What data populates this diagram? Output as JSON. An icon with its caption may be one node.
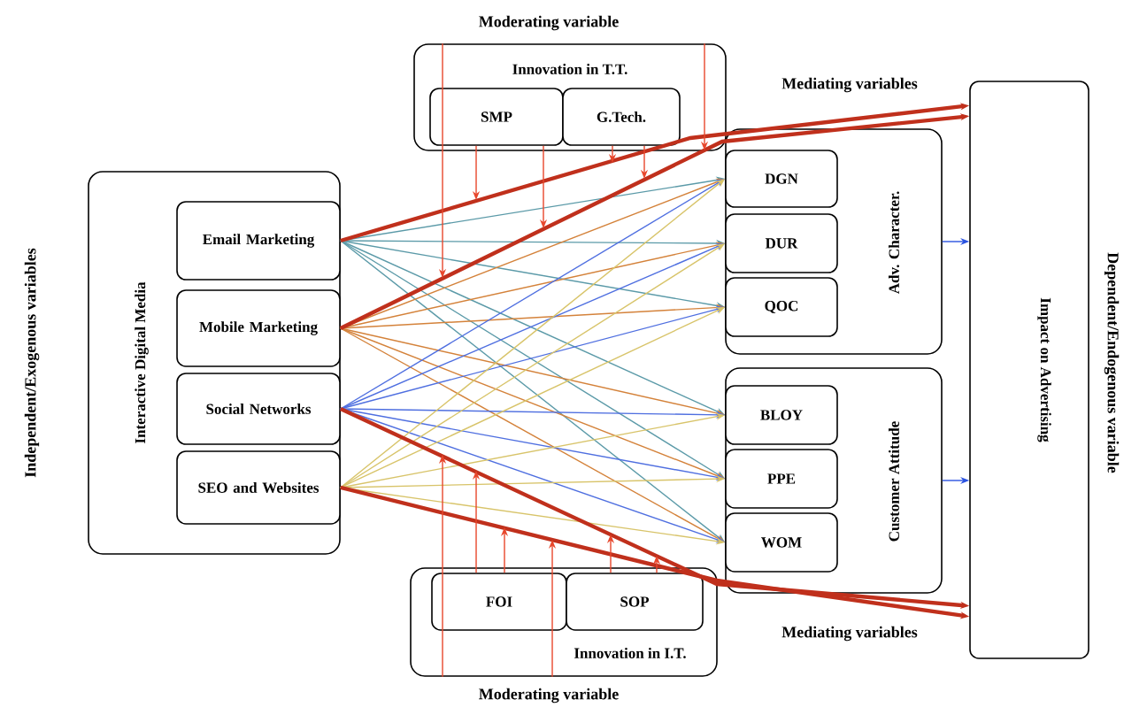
{
  "diagram": {
    "nodes": [
      {
        "text": [
          "Interactive Digital Media"
        ]
      },
      {
        "text": [
          "Email Marketing"
        ],
        "in": 0
      },
      {
        "text": [
          "Mobile Marketing"
        ],
        "in": 0
      },
      {
        "text": [
          "Social Networks"
        ],
        "in": 0
      },
      {
        "text": [
          "SEO and Websites"
        ],
        "in": 0
      },
      {
        "text": [
          "Innovation in T.T."
        ]
      },
      {
        "text": [
          "SMP"
        ],
        "in": 5
      },
      {
        "text": [
          "G.Tech."
        ],
        "in": 5
      },
      {
        "text": [
          "Adv. Character."
        ]
      },
      {
        "text": [
          "DGN"
        ],
        "in": 8
      },
      {
        "text": [
          "DUR"
        ],
        "in": 8
      },
      {
        "text": [
          "QOC"
        ],
        "in": 8
      },
      {
        "text": [
          "Customer Attitude"
        ]
      },
      {
        "text": [
          "BLOY"
        ],
        "in": 12
      },
      {
        "text": [
          "PPE"
        ],
        "in": 12
      },
      {
        "text": [
          "WOM"
        ],
        "in": 12
      },
      {
        "text": [
          "Innovation in I.T."
        ]
      },
      {
        "text": [
          "FOI"
        ],
        "in": 16
      },
      {
        "text": [
          "SOP"
        ],
        "in": 16
      },
      {
        "text": [
          "Impact on Advertising"
        ]
      }
    ],
    "edges": [
      {
        "from": 1,
        "to": 9,
        "arrow": "to",
        "color": "#5b9aa8"
      },
      {
        "from": 1,
        "to": 10,
        "arrow": "to",
        "color": "#5b9aa8"
      },
      {
        "from": 1,
        "to": 11,
        "arrow": "to",
        "color": "#5b9aa8"
      },
      {
        "from": 1,
        "to": 13,
        "arrow": "to",
        "color": "#5b9aa8"
      },
      {
        "from": 1,
        "to": 14,
        "arrow": "to",
        "color": "#5b9aa8"
      },
      {
        "from": 1,
        "to": 15,
        "arrow": "to",
        "color": "#5b9aa8"
      },
      {
        "from": 2,
        "to": 9,
        "arrow": "to",
        "color": "#d4823a"
      },
      {
        "from": 2,
        "to": 10,
        "arrow": "to",
        "color": "#d4823a"
      },
      {
        "from": 2,
        "to": 11,
        "arrow": "to",
        "color": "#d4823a"
      },
      {
        "from": 2,
        "to": 13,
        "arrow": "to",
        "color": "#d4823a"
      },
      {
        "from": 2,
        "to": 14,
        "arrow": "to",
        "color": "#d4823a"
      },
      {
        "from": 2,
        "to": 15,
        "arrow": "to",
        "color": "#d4823a"
      },
      {
        "from": 3,
        "to": 9,
        "arrow": "to",
        "color": "#4f6fe0"
      },
      {
        "from": 3,
        "to": 10,
        "arrow": "to",
        "color": "#4f6fe0"
      },
      {
        "from": 3,
        "to": 11,
        "arrow": "to",
        "color": "#4f6fe0"
      },
      {
        "from": 3,
        "to": 13,
        "arrow": "to",
        "color": "#4f6fe0"
      },
      {
        "from": 3,
        "to": 14,
        "arrow": "to",
        "color": "#4f6fe0"
      },
      {
        "from": 3,
        "to": 15,
        "arrow": "to",
        "color": "#4f6fe0"
      },
      {
        "from": 4,
        "to": 9,
        "arrow": "to",
        "color": "#d8c46a"
      },
      {
        "from": 4,
        "to": 10,
        "arrow": "to",
        "color": "#d8c46a"
      },
      {
        "from": 4,
        "to": 11,
        "arrow": "to",
        "color": "#d8c46a"
      },
      {
        "from": 4,
        "to": 13,
        "arrow": "to",
        "color": "#d8c46a"
      },
      {
        "from": 4,
        "to": 14,
        "arrow": "to",
        "color": "#d8c46a"
      },
      {
        "from": 4,
        "to": 15,
        "arrow": "to",
        "color": "#d8c46a"
      },
      {
        "from": 1,
        "to": 19,
        "arrow": "to",
        "style": "thick",
        "color": "#c0301c"
      },
      {
        "from": 2,
        "to": 19,
        "arrow": "to",
        "style": "thick",
        "color": "#c0301c"
      },
      {
        "from": 3,
        "to": 19,
        "arrow": "to",
        "style": "thick",
        "color": "#c0301c"
      },
      {
        "from": 4,
        "to": 19,
        "arrow": "to",
        "style": "thick",
        "color": "#c0301c"
      },
      {
        "from": 8,
        "to": 19,
        "arrow": "to",
        "color": "#2a52e0"
      },
      {
        "from": 12,
        "to": 19,
        "arrow": "to",
        "color": "#2a52e0"
      },
      {
        "from": 5,
        "to": null,
        "arrow": "to",
        "color": "#e8472c"
      },
      {
        "from": 6,
        "to": null,
        "arrow": "to",
        "color": "#e8472c"
      },
      {
        "from": 6,
        "to": null,
        "arrow": "to",
        "color": "#e8472c"
      },
      {
        "from": 7,
        "to": null,
        "arrow": "to",
        "color": "#e8472c"
      },
      {
        "from": 7,
        "to": null,
        "arrow": "to",
        "color": "#e8472c"
      },
      {
        "from": 5,
        "to": null,
        "arrow": "to",
        "color": "#e8472c"
      },
      {
        "from": 16,
        "to": null,
        "arrow": "to",
        "color": "#e8472c"
      },
      {
        "from": 17,
        "to": null,
        "arrow": "to",
        "color": "#e8472c"
      },
      {
        "from": 17,
        "to": null,
        "arrow": "to",
        "color": "#e8472c"
      },
      {
        "from": 16,
        "to": null,
        "arrow": "to",
        "color": "#e8472c"
      },
      {
        "from": 18,
        "to": null,
        "arrow": "to",
        "color": "#e8472c"
      },
      {
        "from": 18,
        "to": null,
        "arrow": "to",
        "color": "#e8472c"
      }
    ],
    "labels": [
      "Moderating variable",
      "Mediating variables",
      "Independent/Exogenous variables",
      "Dependent/Endogenous variable",
      "Mediating variables",
      "Moderating variable"
    ]
  }
}
